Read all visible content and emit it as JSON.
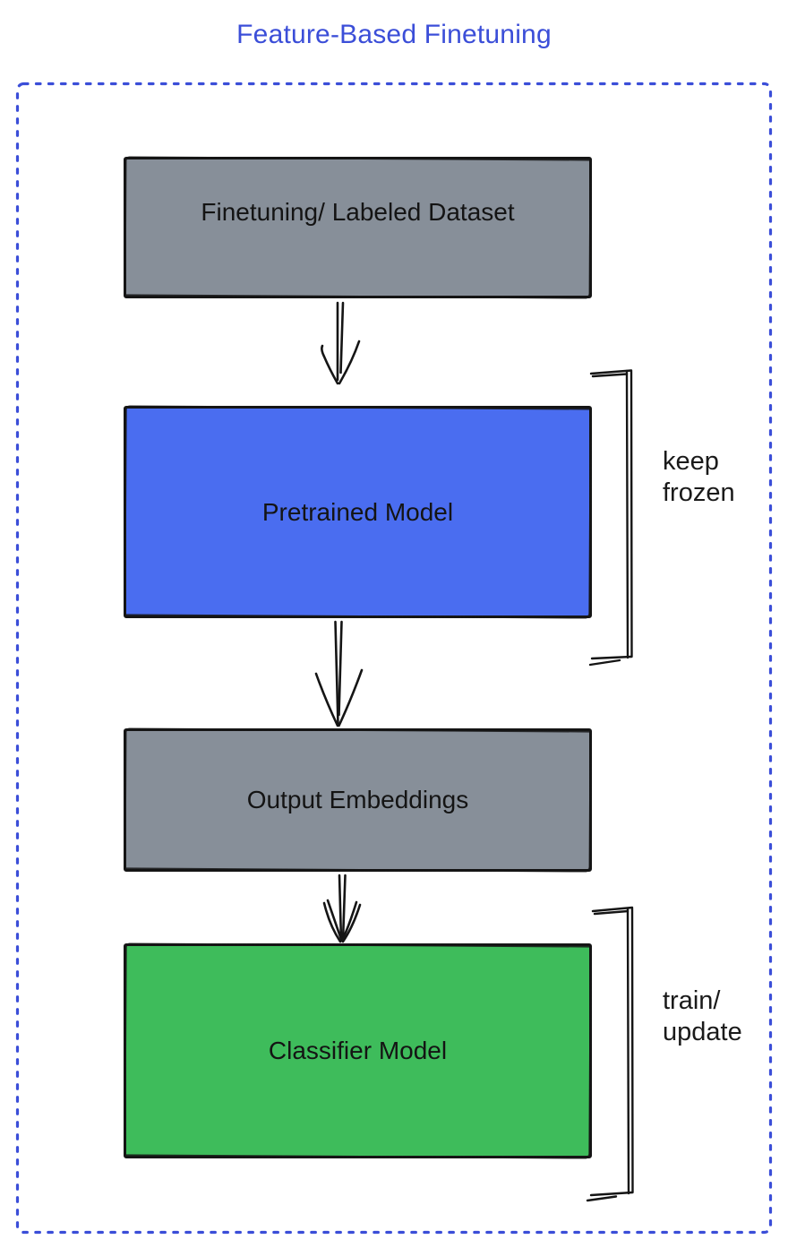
{
  "title": "Feature-Based Finetuning",
  "colors": {
    "title_text": "#3b4ed8",
    "dashed_boundary": "#3b4ed8",
    "sketch_stroke": "#151515",
    "node_gray": "#878f99",
    "node_blue": "#4a6df0",
    "node_green": "#3ebc5b",
    "node_text": "#141414"
  },
  "nodes": [
    {
      "id": "finetuning-dataset",
      "label": "Finetuning/ Labeled Dataset",
      "fill": "#878f99"
    },
    {
      "id": "pretrained-model",
      "label": "Pretrained Model",
      "fill": "#4a6df0"
    },
    {
      "id": "output-embeddings",
      "label": "Output Embeddings",
      "fill": "#878f99"
    },
    {
      "id": "classifier-model",
      "label": "Classifier Model",
      "fill": "#3ebc5b"
    }
  ],
  "annotations": [
    {
      "id": "keep-frozen",
      "lines": [
        "keep",
        "frozen"
      ]
    },
    {
      "id": "train-update",
      "lines": [
        "train/",
        "update"
      ]
    }
  ]
}
